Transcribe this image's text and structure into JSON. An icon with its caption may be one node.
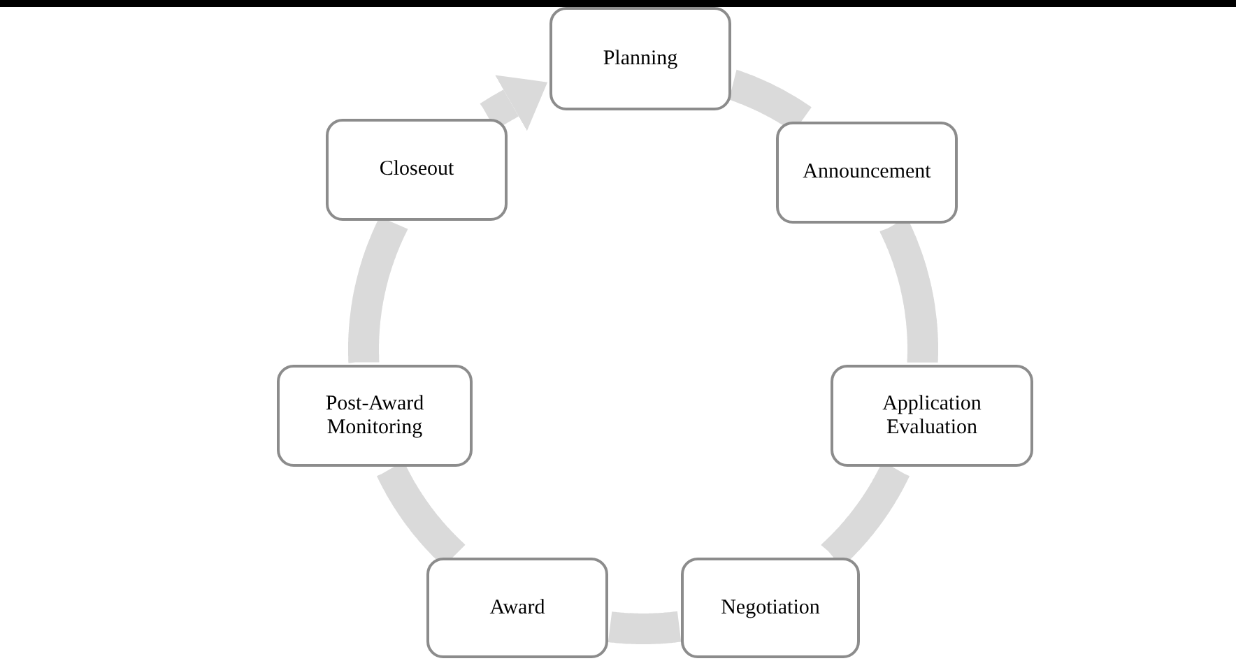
{
  "diagram": {
    "nodes": [
      {
        "text": [
          "Planning"
        ]
      },
      {
        "text": [
          "Announcement"
        ]
      },
      {
        "text": [
          "Application Evaluation"
        ]
      },
      {
        "text": [
          "Negotiation"
        ]
      },
      {
        "text": [
          "Award"
        ]
      },
      {
        "text": [
          "Post-Award Monitoring"
        ]
      },
      {
        "text": [
          "Closeout"
        ]
      }
    ],
    "edges": [
      {
        "from": 0,
        "to": 1,
        "arrow": "none"
      },
      {
        "from": 1,
        "to": 2,
        "arrow": "none"
      },
      {
        "from": 2,
        "to": 3,
        "arrow": "none"
      },
      {
        "from": 3,
        "to": 4,
        "arrow": "none"
      },
      {
        "from": 4,
        "to": 5,
        "arrow": "none"
      },
      {
        "from": 5,
        "to": 6,
        "arrow": "none"
      },
      {
        "from": 6,
        "to": 0,
        "arrow": "to"
      }
    ]
  }
}
